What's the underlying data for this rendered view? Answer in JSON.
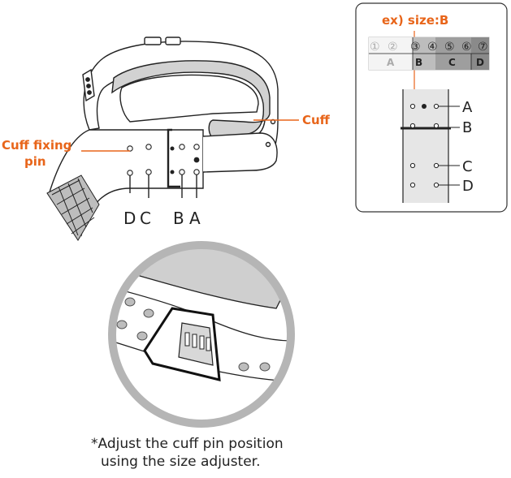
{
  "labels": {
    "cuff": "Cuff",
    "cuff_fixing_pin_line1": "Cuff fixing",
    "cuff_fixing_pin_line2": "pin",
    "size_letters": [
      "D",
      "C",
      "B",
      "A"
    ]
  },
  "example": {
    "title": "ex) size:B",
    "scale_numbers": [
      "①",
      "②",
      "③",
      "④",
      "⑤",
      "⑥",
      "⑦"
    ],
    "scale_sizes": [
      "A",
      "B",
      "C",
      "D"
    ],
    "hole_labels": [
      "A",
      "B",
      "C",
      "D"
    ]
  },
  "caption": {
    "line1": "*Adjust the cuff pin position",
    "line2": "using the size adjuster."
  },
  "colors": {
    "accent": "#e8651a",
    "line": "#222222",
    "cuff_gray": "#c8c8c8",
    "light_gray": "#e6e6e6",
    "circle_gray": "#b5b5b5"
  }
}
